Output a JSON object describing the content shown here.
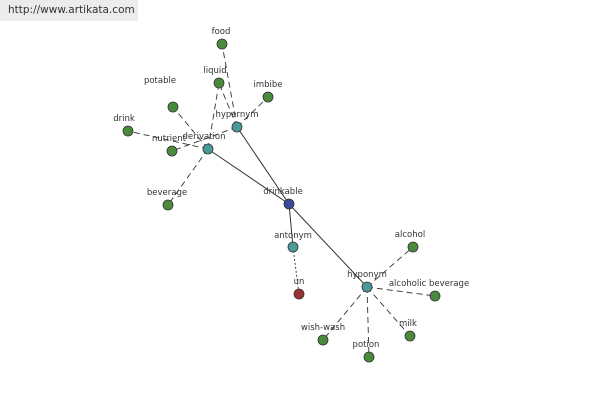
{
  "watermark": "http://www.artikata.com",
  "colors": {
    "center": "#3a4a9a",
    "relation": "#4a9a9a",
    "word": "#4a8a3c",
    "antonym_word": "#9a3232",
    "edge": "#333333"
  },
  "nodes": [
    {
      "id": "drinkable",
      "label": "drinkable",
      "kind": "center"
    },
    {
      "id": "hypernym",
      "label": "hypernym",
      "kind": "relation"
    },
    {
      "id": "derivation",
      "label": "derivation",
      "kind": "relation"
    },
    {
      "id": "antonym",
      "label": "antonym",
      "kind": "relation"
    },
    {
      "id": "hyponym",
      "label": "hyponym",
      "kind": "relation"
    },
    {
      "id": "food",
      "label": "food",
      "kind": "word"
    },
    {
      "id": "liquid",
      "label": "liquid",
      "kind": "word"
    },
    {
      "id": "imbibe",
      "label": "imbibe",
      "kind": "word"
    },
    {
      "id": "potable",
      "label": "potable",
      "kind": "word"
    },
    {
      "id": "drink",
      "label": "drink",
      "kind": "word"
    },
    {
      "id": "nutrient",
      "label": "nutrient",
      "kind": "word"
    },
    {
      "id": "beverage",
      "label": "beverage",
      "kind": "word"
    },
    {
      "id": "un",
      "label": "un",
      "kind": "antonym_word"
    },
    {
      "id": "alcohol",
      "label": "alcohol",
      "kind": "word"
    },
    {
      "id": "alcoholic-beverage",
      "label": "alcoholic beverage",
      "kind": "word"
    },
    {
      "id": "milk",
      "label": "milk",
      "kind": "word"
    },
    {
      "id": "potion",
      "label": "potion",
      "kind": "word"
    },
    {
      "id": "wish-wash",
      "label": "wish-wash",
      "kind": "word"
    }
  ],
  "edges": [
    {
      "from": "drinkable",
      "to": "hypernym",
      "style": "solid"
    },
    {
      "from": "drinkable",
      "to": "derivation",
      "style": "solid"
    },
    {
      "from": "drinkable",
      "to": "antonym",
      "style": "solid"
    },
    {
      "from": "drinkable",
      "to": "hyponym",
      "style": "solid"
    },
    {
      "from": "hypernym",
      "to": "food",
      "style": "dashed"
    },
    {
      "from": "hypernym",
      "to": "liquid",
      "style": "dashed"
    },
    {
      "from": "hypernym",
      "to": "imbibe",
      "style": "dashed"
    },
    {
      "from": "hypernym",
      "to": "nutrient",
      "style": "dashed"
    },
    {
      "from": "derivation",
      "to": "potable",
      "style": "dashed"
    },
    {
      "from": "derivation",
      "to": "drink",
      "style": "dashed"
    },
    {
      "from": "derivation",
      "to": "liquid",
      "style": "dashed"
    },
    {
      "from": "derivation",
      "to": "beverage",
      "style": "dashed"
    },
    {
      "from": "antonym",
      "to": "un",
      "style": "dotted"
    },
    {
      "from": "hyponym",
      "to": "alcohol",
      "style": "dashed"
    },
    {
      "from": "hyponym",
      "to": "alcoholic-beverage",
      "style": "dashed"
    },
    {
      "from": "hyponym",
      "to": "milk",
      "style": "dashed"
    },
    {
      "from": "hyponym",
      "to": "potion",
      "style": "dashed"
    },
    {
      "from": "hyponym",
      "to": "wish-wash",
      "style": "dashed"
    }
  ]
}
